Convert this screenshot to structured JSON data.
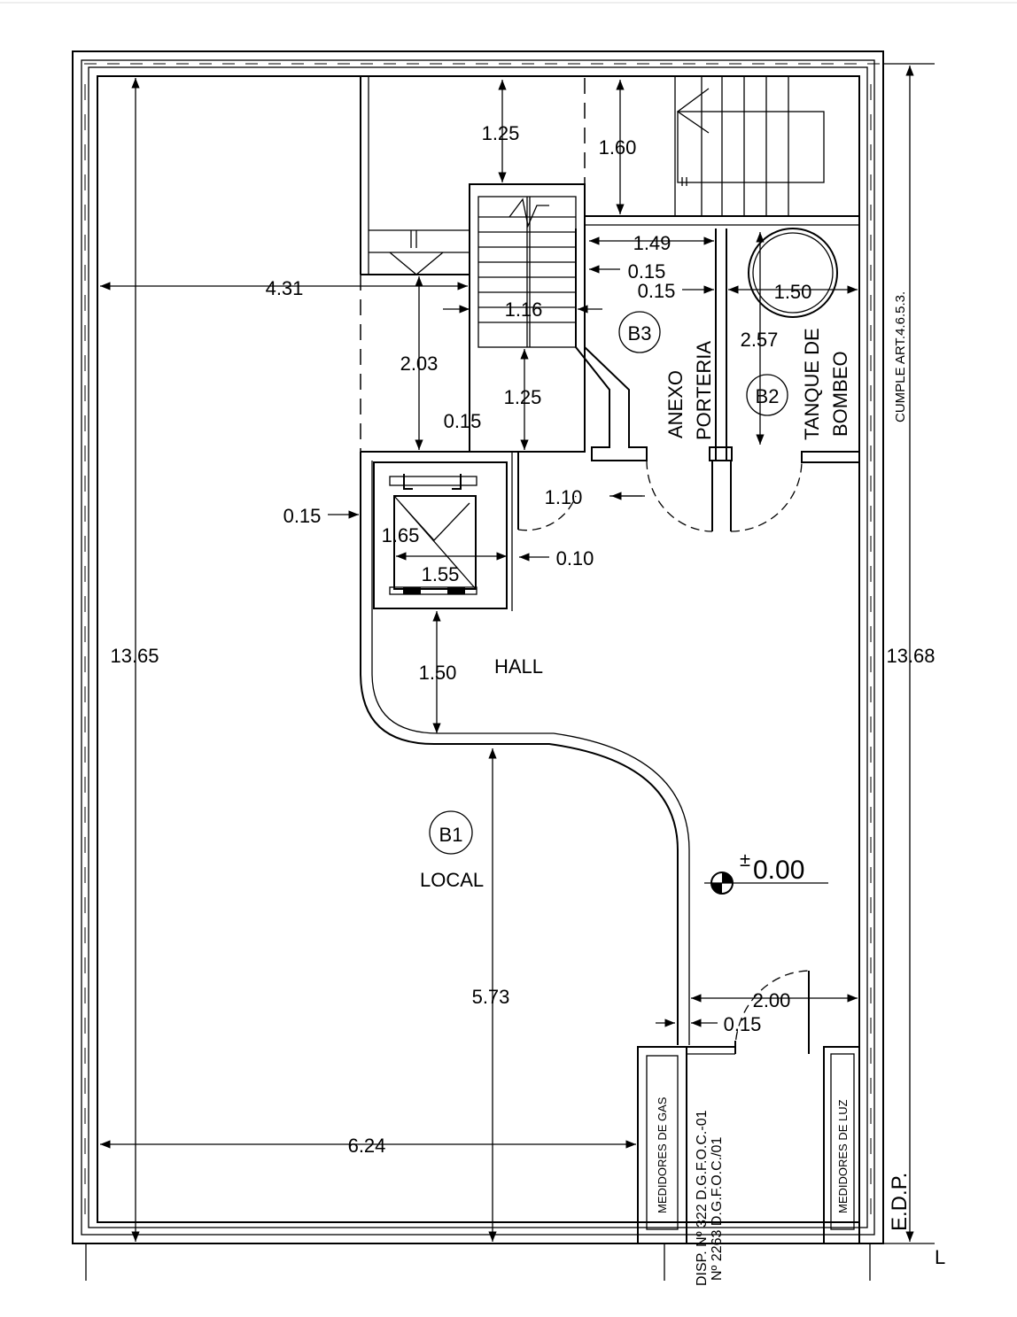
{
  "rooms": {
    "b1": {
      "badge": "B1",
      "name": "LOCAL"
    },
    "b2": {
      "badge": "B2",
      "name_line1": "TANQUE DE",
      "name_line2": "BOMBEO"
    },
    "b3": {
      "badge": "B3",
      "name_line1": "ANEXO",
      "name_line2": "PORTERIA"
    },
    "hall": "HALL"
  },
  "dimensions": {
    "d1_25_top": "1.25",
    "d1_60": "1.60",
    "d1_49": "1.49",
    "d0_15_a": "0.15",
    "d0_15_b": "0.15",
    "d1_50_tank": "1.50",
    "d4_31": "4.31",
    "d1_16": "1.16",
    "d2_03": "2.03",
    "d1_25_mid": "1.25",
    "d0_15_c": "0.15",
    "d2_57": "2.57",
    "d0_15_d": "0.15",
    "d1_10": "1.10",
    "d1_65": "1.65",
    "d0_10": "0.10",
    "d1_55": "1.55",
    "d13_65": "13.65",
    "d13_68": "13.68",
    "d1_50_hall": "1.50",
    "d5_73": "5.73",
    "d2_00": "2.00",
    "d0_15_e": "0.15",
    "d6_24": "6.24"
  },
  "level": {
    "sign": "±",
    "value": "0.00"
  },
  "notes": {
    "cumple": "CUMPLE ART.4.6.5.3.",
    "edp": "E.D.P.",
    "l_mark": "L",
    "disp_line1": "DISP. Nº 322 D.G.F.O.C.-01",
    "disp_line2": "Nº 2263 D.G.F.O.C./01",
    "gas": "MEDIDORES DE GAS",
    "luz": "MEDIDORES DE LUZ"
  }
}
